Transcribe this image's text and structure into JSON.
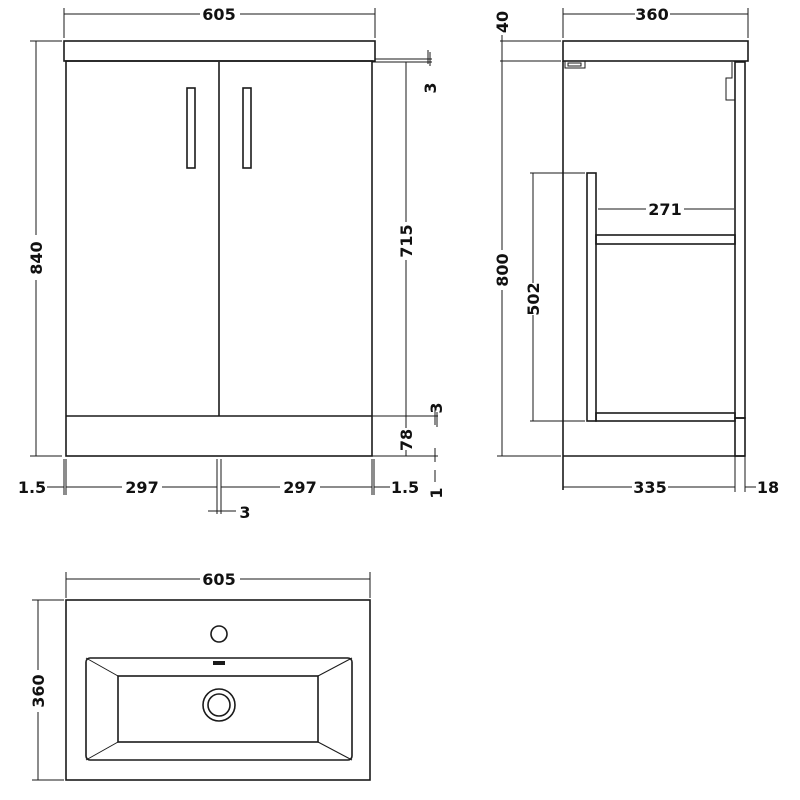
{
  "front_view": {
    "width": "605",
    "height": "840",
    "door_height": "715",
    "top_gap": "3",
    "bottom_gap": "3",
    "plinth_height": "78",
    "floor_gap": "1",
    "left_margin": "1.5",
    "left_door_width": "297",
    "right_door_width": "297",
    "right_margin": "1.5",
    "door_gap": "3"
  },
  "side_view": {
    "depth": "360",
    "top_thickness": "40",
    "carcass_height": "800",
    "panel_height": "502",
    "shelf_depth": "271",
    "carcass_depth": "335",
    "door_thickness": "18"
  },
  "top_view": {
    "width": "605",
    "depth": "360"
  },
  "colors": {
    "line": "#1a1a1a",
    "background": "#ffffff"
  }
}
